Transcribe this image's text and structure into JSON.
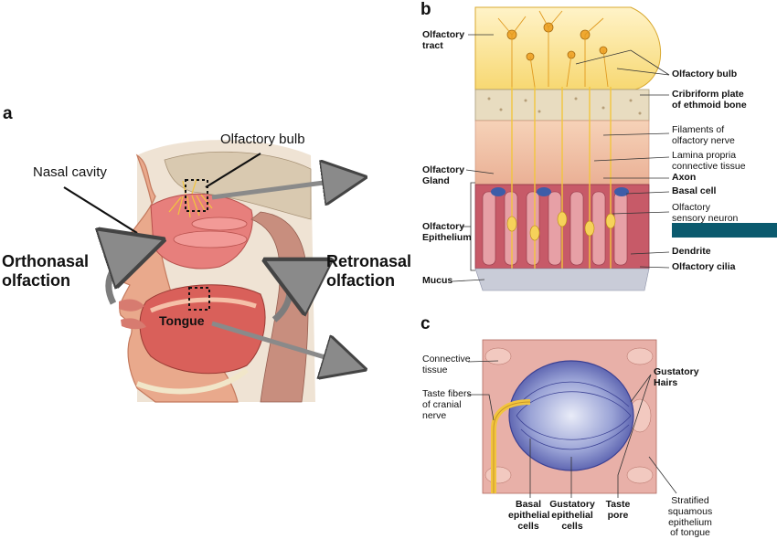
{
  "panels": {
    "a": {
      "letter": "a",
      "labels": {
        "nasal_cavity": "Nasal cavity",
        "olfactory_bulb": "Olfactory bulb",
        "orthonasal": "Orthonasal\nolfaction",
        "retronasal": "Retronasal\nolfaction",
        "tongue": "Tongue"
      }
    },
    "b": {
      "letter": "b",
      "labels": {
        "olfactory_tract": "Olfactory\ntract",
        "olfactory_bulb": "Olfactory bulb",
        "cribriform_plate": "Cribriform plate\nof ethmoid bone",
        "filaments": "Filaments of\nolfactory nerve",
        "lamina_propria": "Lamina propria\nconnective tissue",
        "axon": "Axon",
        "basal_cell": "Basal cell",
        "olfactory_sensory_neuron": "Olfactory\nsensory neuron",
        "dendrite": "Dendrite",
        "olfactory_cilia": "Olfactory cilia",
        "olfactory_gland": "Olfactory\nGland",
        "olfactory_epithelium": "Olfactory\nEpithelium",
        "mucus": "Mucus"
      }
    },
    "c": {
      "letter": "c",
      "labels": {
        "connective_tissue": "Connective\ntissue",
        "taste_fibers": "Taste fibers\nof cranial\nnerve",
        "gustatory_hairs": "Gustatory\nHairs",
        "basal_epithelial_cells": "Basal\nepithelial\ncells",
        "gustatory_epithelial_cells": "Gustatory\nepithelial\ncells",
        "taste_pore": "Taste\npore",
        "stratified_squamous": "Stratified\nsquamous\nepithelium\nof tongue"
      }
    }
  },
  "colors": {
    "skin": "#e9a98c",
    "tissue_red": "#d9605a",
    "nerve_yellow": "#f2c53d",
    "bone": "#e8dcc0",
    "epithelium_purple": "#6a6fb8",
    "arrow_gray": "#8a8a8a",
    "redaction_bar": "#0b5a6e"
  }
}
